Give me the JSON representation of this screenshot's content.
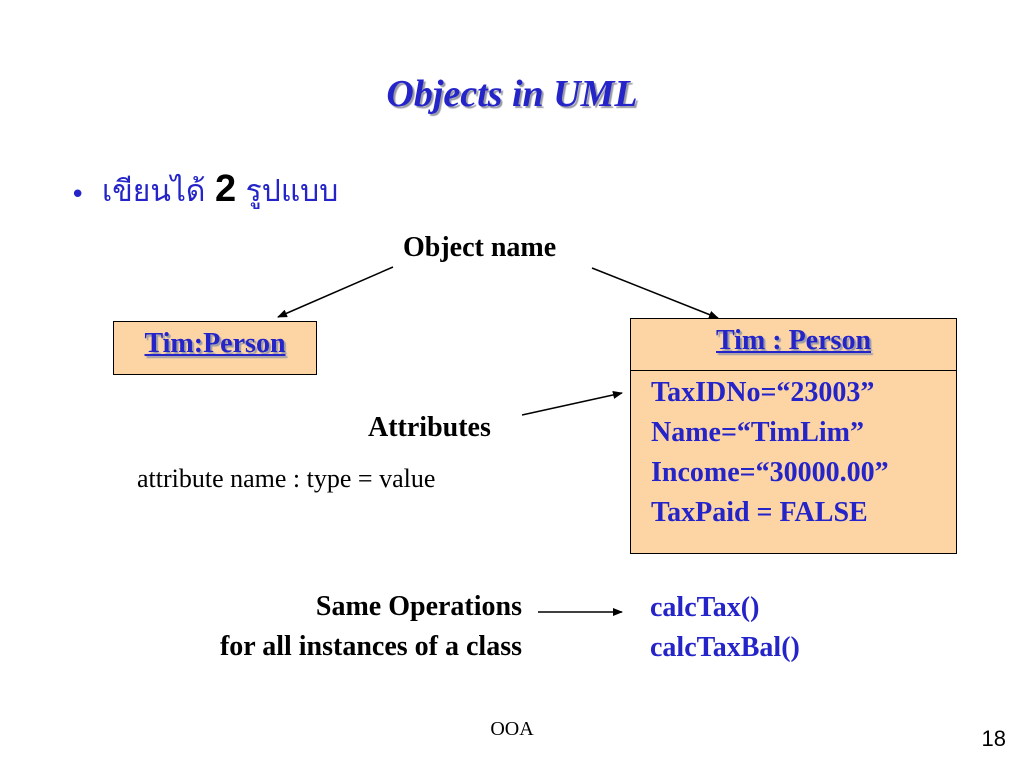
{
  "slide": {
    "title": "Objects in UML",
    "bullet_prefix": "เขียนได้",
    "bullet_number": "2",
    "bullet_suffix": "รูปแบบ",
    "object_name_label": "Object name",
    "left_box_name": "Tim:Person",
    "right_box_name": "Tim : Person",
    "attributes": [
      "TaxIDNo=“23003”",
      "Name=“TimLim”",
      "Income=“30000.00”",
      "TaxPaid = FALSE"
    ],
    "attributes_label": "Attributes",
    "attribute_syntax": "attribute name : type = value",
    "ops_label_line1": "Same Operations",
    "ops_label_line2": "for all instances of a class",
    "operations": [
      "calcTax()",
      "calcTaxBal()"
    ],
    "footer": "OOA",
    "page_number": "18"
  },
  "colors": {
    "accent_blue": "#2424c8",
    "box_fill": "#fdd5a5"
  }
}
